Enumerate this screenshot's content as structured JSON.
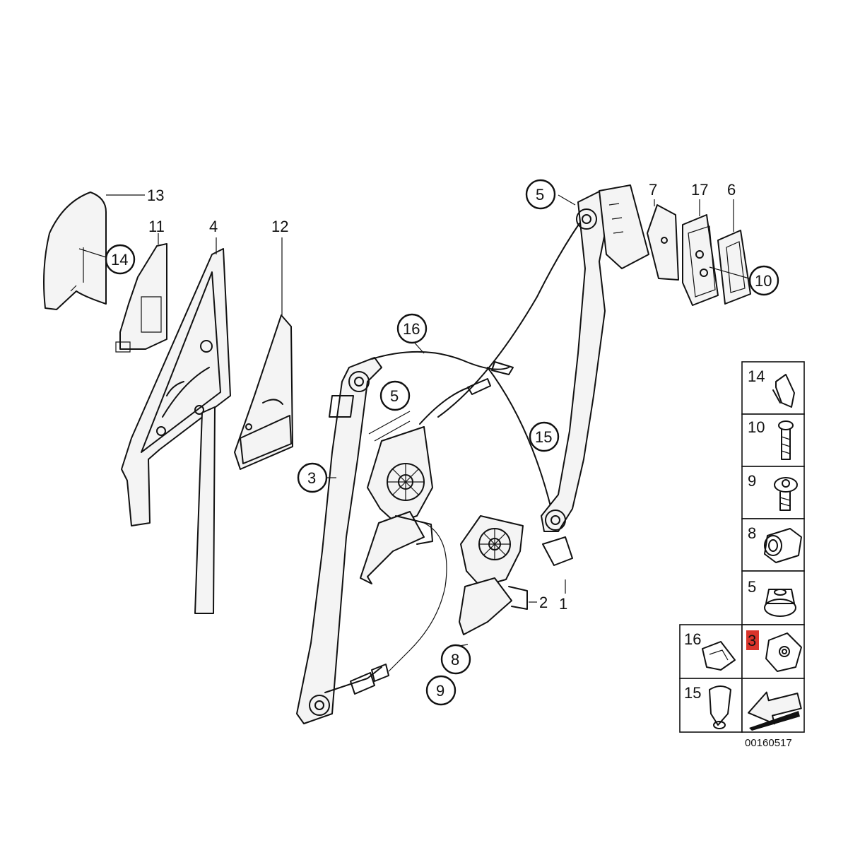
{
  "diagram": {
    "drawing_number": "00160517",
    "callouts": {
      "c13": "13",
      "c11": "11",
      "c4": "4",
      "c12": "12",
      "c14": "14",
      "c16": "16",
      "c5a": "5",
      "c5b": "5",
      "c15": "15",
      "c3": "3",
      "c2": "2",
      "c1": "1",
      "c8": "8",
      "c9": "9",
      "c7": "7",
      "c17": "17",
      "c6": "6",
      "c10": "10"
    },
    "legend": {
      "items": [
        "14",
        "10",
        "9",
        "8",
        "5",
        "16",
        "3",
        "15"
      ],
      "highlighted_item": "3",
      "highlight_color": "#d9342b"
    }
  }
}
